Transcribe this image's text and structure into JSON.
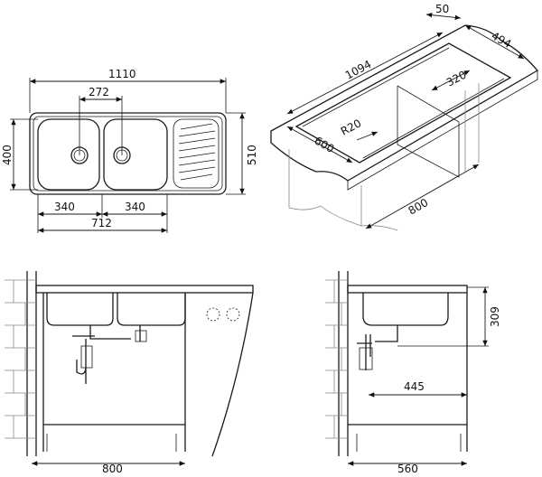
{
  "top_view": {
    "overall_width": "1110",
    "bowl_spacing": "272",
    "bowl_depth": "400",
    "overall_depth": "510",
    "bowl_left_width": "340",
    "bowl_right_width": "340",
    "bowls_total": "712"
  },
  "iso_view": {
    "edge": "50",
    "depth": "494",
    "cutout_length": "1094",
    "drainer": "320",
    "radius": "R20",
    "counter_depth": "600",
    "cabinet_height": "800"
  },
  "front_view": {
    "cabinet_width": "800"
  },
  "side_view": {
    "bowl_height": "309",
    "drain_offset": "445",
    "cabinet_depth": "560"
  }
}
